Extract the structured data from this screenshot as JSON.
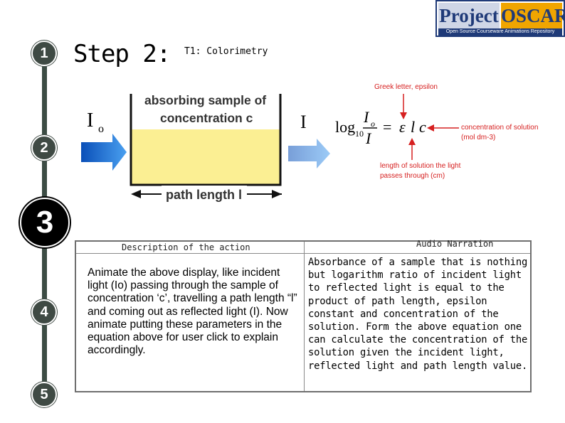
{
  "steps": [
    "1",
    "2",
    "3",
    "4",
    "5"
  ],
  "header": {
    "title": "Step 2:",
    "subtitle": "T1: Colorimetry"
  },
  "logo": {
    "word1": "Project",
    "word2": "OSCAR",
    "tagline": "Open Source Courseware Animations Repository"
  },
  "diagram": {
    "sample_label_line1": "absorbing sample of",
    "sample_label_line2": "concentration c",
    "incident_label": "I",
    "incident_subscript": "o",
    "transmitted_label": "I",
    "path_label": "path length l",
    "equation": {
      "log": "log",
      "base": "10",
      "numerator": "I",
      "numerator_sub": "o",
      "denominator": "I",
      "equals": "=",
      "epsilon": "ε",
      "l": "l",
      "c": "c"
    },
    "annotation_epsilon": "Greek letter, epsilon",
    "annotation_conc_line1": "concentration of solution",
    "annotation_conc_line2": "(mol dm-3)",
    "annotation_length_line1": "length of solution the light",
    "annotation_length_line2": "passes through (cm)",
    "colors": {
      "arrow": "#1e74d6",
      "solution": "#fbef93",
      "annotation": "#d62020"
    }
  },
  "panel": {
    "description_header": "Description of the action",
    "audio_header": "Audio Narration",
    "description_text": "Animate the above display, like incident light (Io) passing through the sample of concentration ‘c’, travelling a path length “l” and coming out as reflected light (I). Now animate putting these parameters in the equation above for user click to explain accordingly.",
    "audio_text": "Absorbance of a sample that is nothing but logarithm ratio of incident light to reflected light is equal to the product of path length, epsilon constant and concentration of the solution. Form the above equation one can calculate the concentration of the solution given the incident light, reflected light and path length value."
  }
}
